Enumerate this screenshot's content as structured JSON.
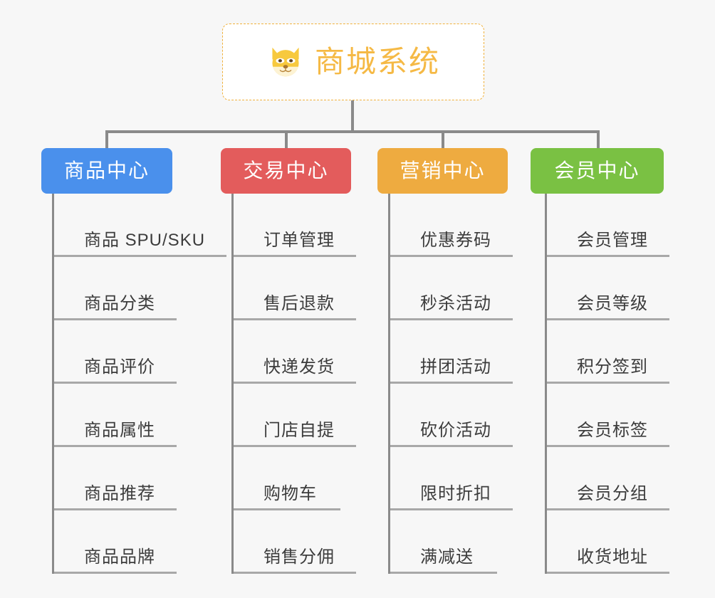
{
  "root": {
    "title": "商城系统",
    "icon": "dog-face-emoji",
    "title_color": "#f5b945",
    "border_color": "#f0b13c"
  },
  "canvas": {
    "background_color": "#f7f7f7",
    "connector_color": "#8a8a8a",
    "underline_color": "#a8a8a8",
    "leaf_text_color": "#3c3c3c"
  },
  "branches": [
    {
      "label": "商品中心",
      "color": "#4a90ec",
      "items": [
        "商品 SPU/SKU",
        "商品分类",
        "商品评价",
        "商品属性",
        "商品推荐",
        "商品品牌"
      ]
    },
    {
      "label": "交易中心",
      "color": "#e35c5c",
      "items": [
        "订单管理",
        "售后退款",
        "快递发货",
        "门店自提",
        "购物车",
        "销售分佣"
      ]
    },
    {
      "label": "营销中心",
      "color": "#eeab40",
      "items": [
        "优惠券码",
        "秒杀活动",
        "拼团活动",
        "砍价活动",
        "限时折扣",
        "满减送"
      ]
    },
    {
      "label": "会员中心",
      "color": "#7ac143",
      "items": [
        "会员管理",
        "会员等级",
        "积分签到",
        "会员标签",
        "会员分组",
        "收货地址"
      ]
    }
  ]
}
